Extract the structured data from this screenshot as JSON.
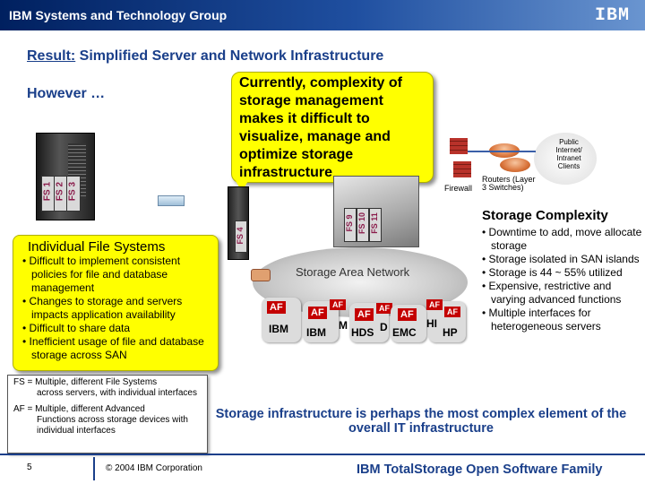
{
  "header": {
    "title": "IBM Systems and Technology Group",
    "logo": "IBM"
  },
  "slide": {
    "title_prefix": "Result:",
    "title_rest": " Simplified Server and Network Infrastructure",
    "however": "However …"
  },
  "callout": {
    "text": "Currently, complexity of storage management makes it difficult to visualize, manage and optimize storage infrastructure"
  },
  "individual_fs": {
    "title": "Individual File Systems",
    "bullets": [
      "• Difficult to implement consistent policies for file and database management",
      "• Changes to storage and servers impacts application availability",
      "• Difficult to share data",
      "• Inefficient usage of file and database storage across SAN"
    ]
  },
  "diagram": {
    "server_labels": [
      "FS 1",
      "FS 2",
      "FS 3"
    ],
    "mid_server_label": "FS 4",
    "right_server_labels": [
      "FS 9",
      "FS 10",
      "FS 11"
    ],
    "san_label": "Storage Area Network",
    "firewall_label": "Firewall",
    "routers_label": "Routers (Layer 3 Switches)",
    "clients_label": "Public Internet/ Intranet Clients",
    "af_label": "AF",
    "vendors": [
      "IBM",
      "IBM",
      "HDS",
      "EMC",
      "HP"
    ],
    "partial_labels": [
      "M",
      "D",
      "HI"
    ]
  },
  "storage_complexity": {
    "title": "Storage Complexity",
    "bullets": [
      "• Downtime to add, move allocate storage",
      "• Storage isolated in SAN islands",
      "• Storage is 44 ~ 55% utilized",
      "• Expensive, restrictive and varying advanced functions",
      "• Multiple interfaces for heterogeneous servers"
    ]
  },
  "definitions": {
    "fs_line1": "FS = Multiple, different File Systems",
    "fs_line2": "across servers, with individual interfaces",
    "af_line1": "AF = Multiple, different Advanced",
    "af_line2": "Functions across storage devices with individual interfaces"
  },
  "bottom_message": "Storage infrastructure is perhaps the most complex element of the overall IT infrastructure",
  "footer": {
    "page_number": "5",
    "copyright": "© 2004 IBM Corporation",
    "brand": "IBM TotalStorage Open Software Family"
  },
  "colors": {
    "header_blue": "#00205f",
    "title_blue": "#1a3f8a",
    "callout_yellow": "#ffff00",
    "af_red": "#c40000"
  }
}
